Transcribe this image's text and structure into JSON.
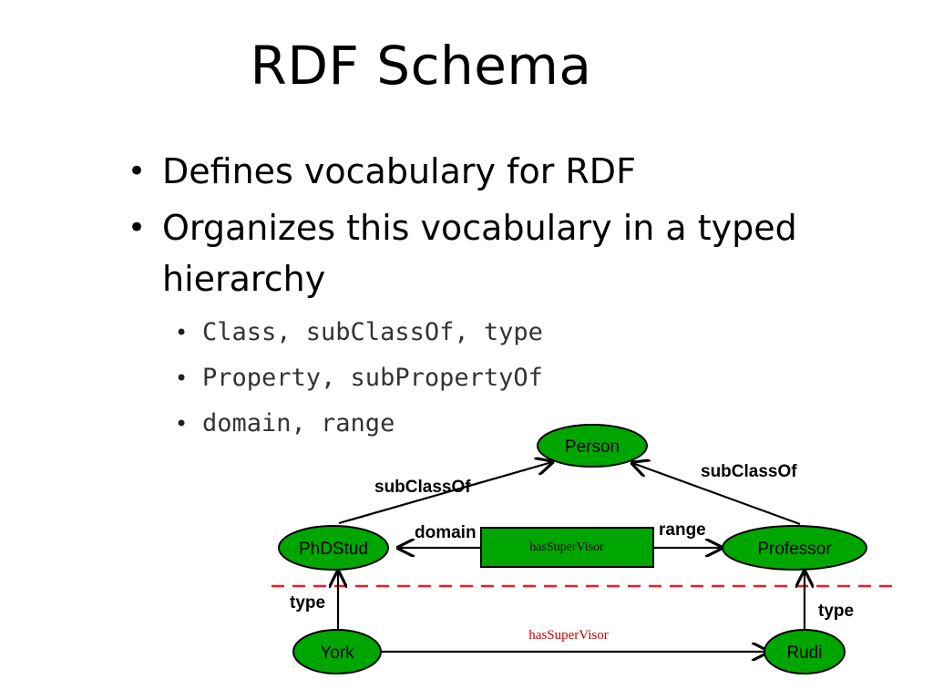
{
  "slide": {
    "title": "RDF Schema",
    "bullets": [
      "Defines vocabulary for RDF",
      "Organizes this vocabulary in a typed hierarchy"
    ],
    "sub_bullets": [
      "Class, subClassOf, type",
      "Property, subPropertyOf",
      "domain, range"
    ]
  },
  "diagram": {
    "nodes": {
      "person": "Person",
      "phdstud": "PhDStud",
      "professor": "Professor",
      "york": "York",
      "rudi": "Rudi",
      "property_box": "hasSuperVisor"
    },
    "edges": {
      "subclass_left": "subClassOf",
      "subclass_right": "subClassOf",
      "domain": "domain",
      "range": "range",
      "type_left": "type",
      "type_right": "type",
      "instance_relation": "hasSuperVisor"
    },
    "colors": {
      "node_fill": "#00a600",
      "dashed_line": "#ee1c24",
      "instance_label": "#cc0000"
    }
  }
}
